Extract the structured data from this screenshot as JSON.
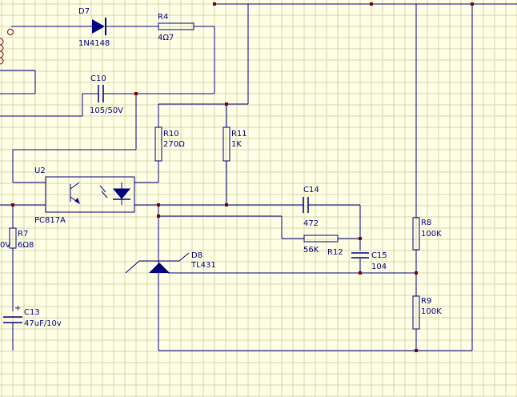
{
  "colors": {
    "background": "#ffffe6",
    "grid": "#d4d4b0",
    "wire": "#000080",
    "junction": "#800000",
    "text": "#000080"
  },
  "components": {
    "d7": {
      "ref": "D7",
      "value": "1N4148"
    },
    "r4": {
      "ref": "R4",
      "value": "4Ω7"
    },
    "c10": {
      "ref": "C10",
      "value": "105/50V"
    },
    "r10": {
      "ref": "R10",
      "value": "270Ω"
    },
    "r11": {
      "ref": "R11",
      "value": "1K"
    },
    "u2": {
      "ref": "U2",
      "value": "PC817A"
    },
    "c14": {
      "ref": "C14",
      "value": "472"
    },
    "r12": {
      "ref": "R12",
      "value": "56K"
    },
    "c15": {
      "ref": "C15",
      "value": "104"
    },
    "d8": {
      "ref": "D8",
      "value": "TL431"
    },
    "r8": {
      "ref": "R8",
      "value": "100K"
    },
    "r9": {
      "ref": "R9",
      "value": "100K"
    },
    "r7": {
      "ref": "R7",
      "value": "6Ω8",
      "value_prefix": "0V"
    },
    "c13": {
      "ref": "C13",
      "value": "47uF/10v",
      "polarity": "+"
    }
  }
}
